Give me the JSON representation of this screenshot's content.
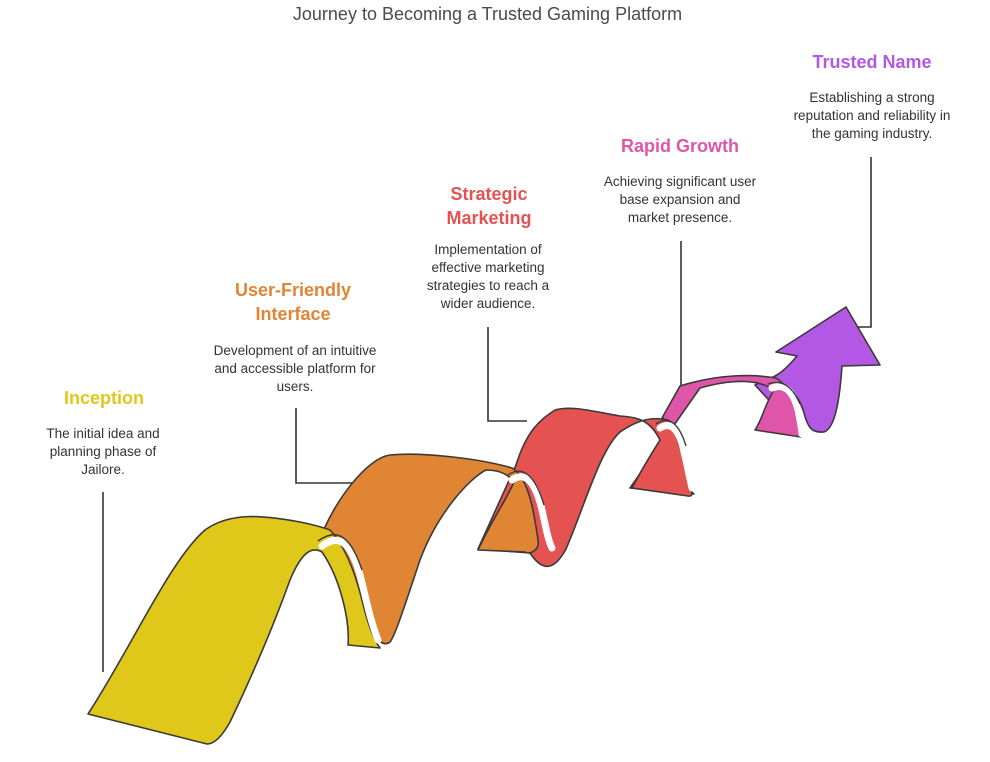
{
  "title": "Journey to Becoming a Trusted Gaming Platform",
  "colors": {
    "inception": "#dfc81a",
    "user_friendly": "#e08534",
    "strategic": "#e45252",
    "rapid": "#df55a9",
    "trusted": "#b357e5",
    "outline": "#3a3a3a",
    "connector": "#333333"
  },
  "stages": [
    {
      "heading": "Inception",
      "description": "The initial idea and planning phase of Jailore."
    },
    {
      "heading": "User-Friendly Interface",
      "description": "Development of an intuitive and accessible platform for users."
    },
    {
      "heading": "Strategic Marketing",
      "description": "Implementation of effective marketing strategies to reach a wider audience."
    },
    {
      "heading": "Rapid Growth",
      "description": "Achieving significant user base expansion and market presence."
    },
    {
      "heading": "Trusted Name",
      "description": "Establishing a strong reputation and reliability in the gaming industry."
    }
  ]
}
